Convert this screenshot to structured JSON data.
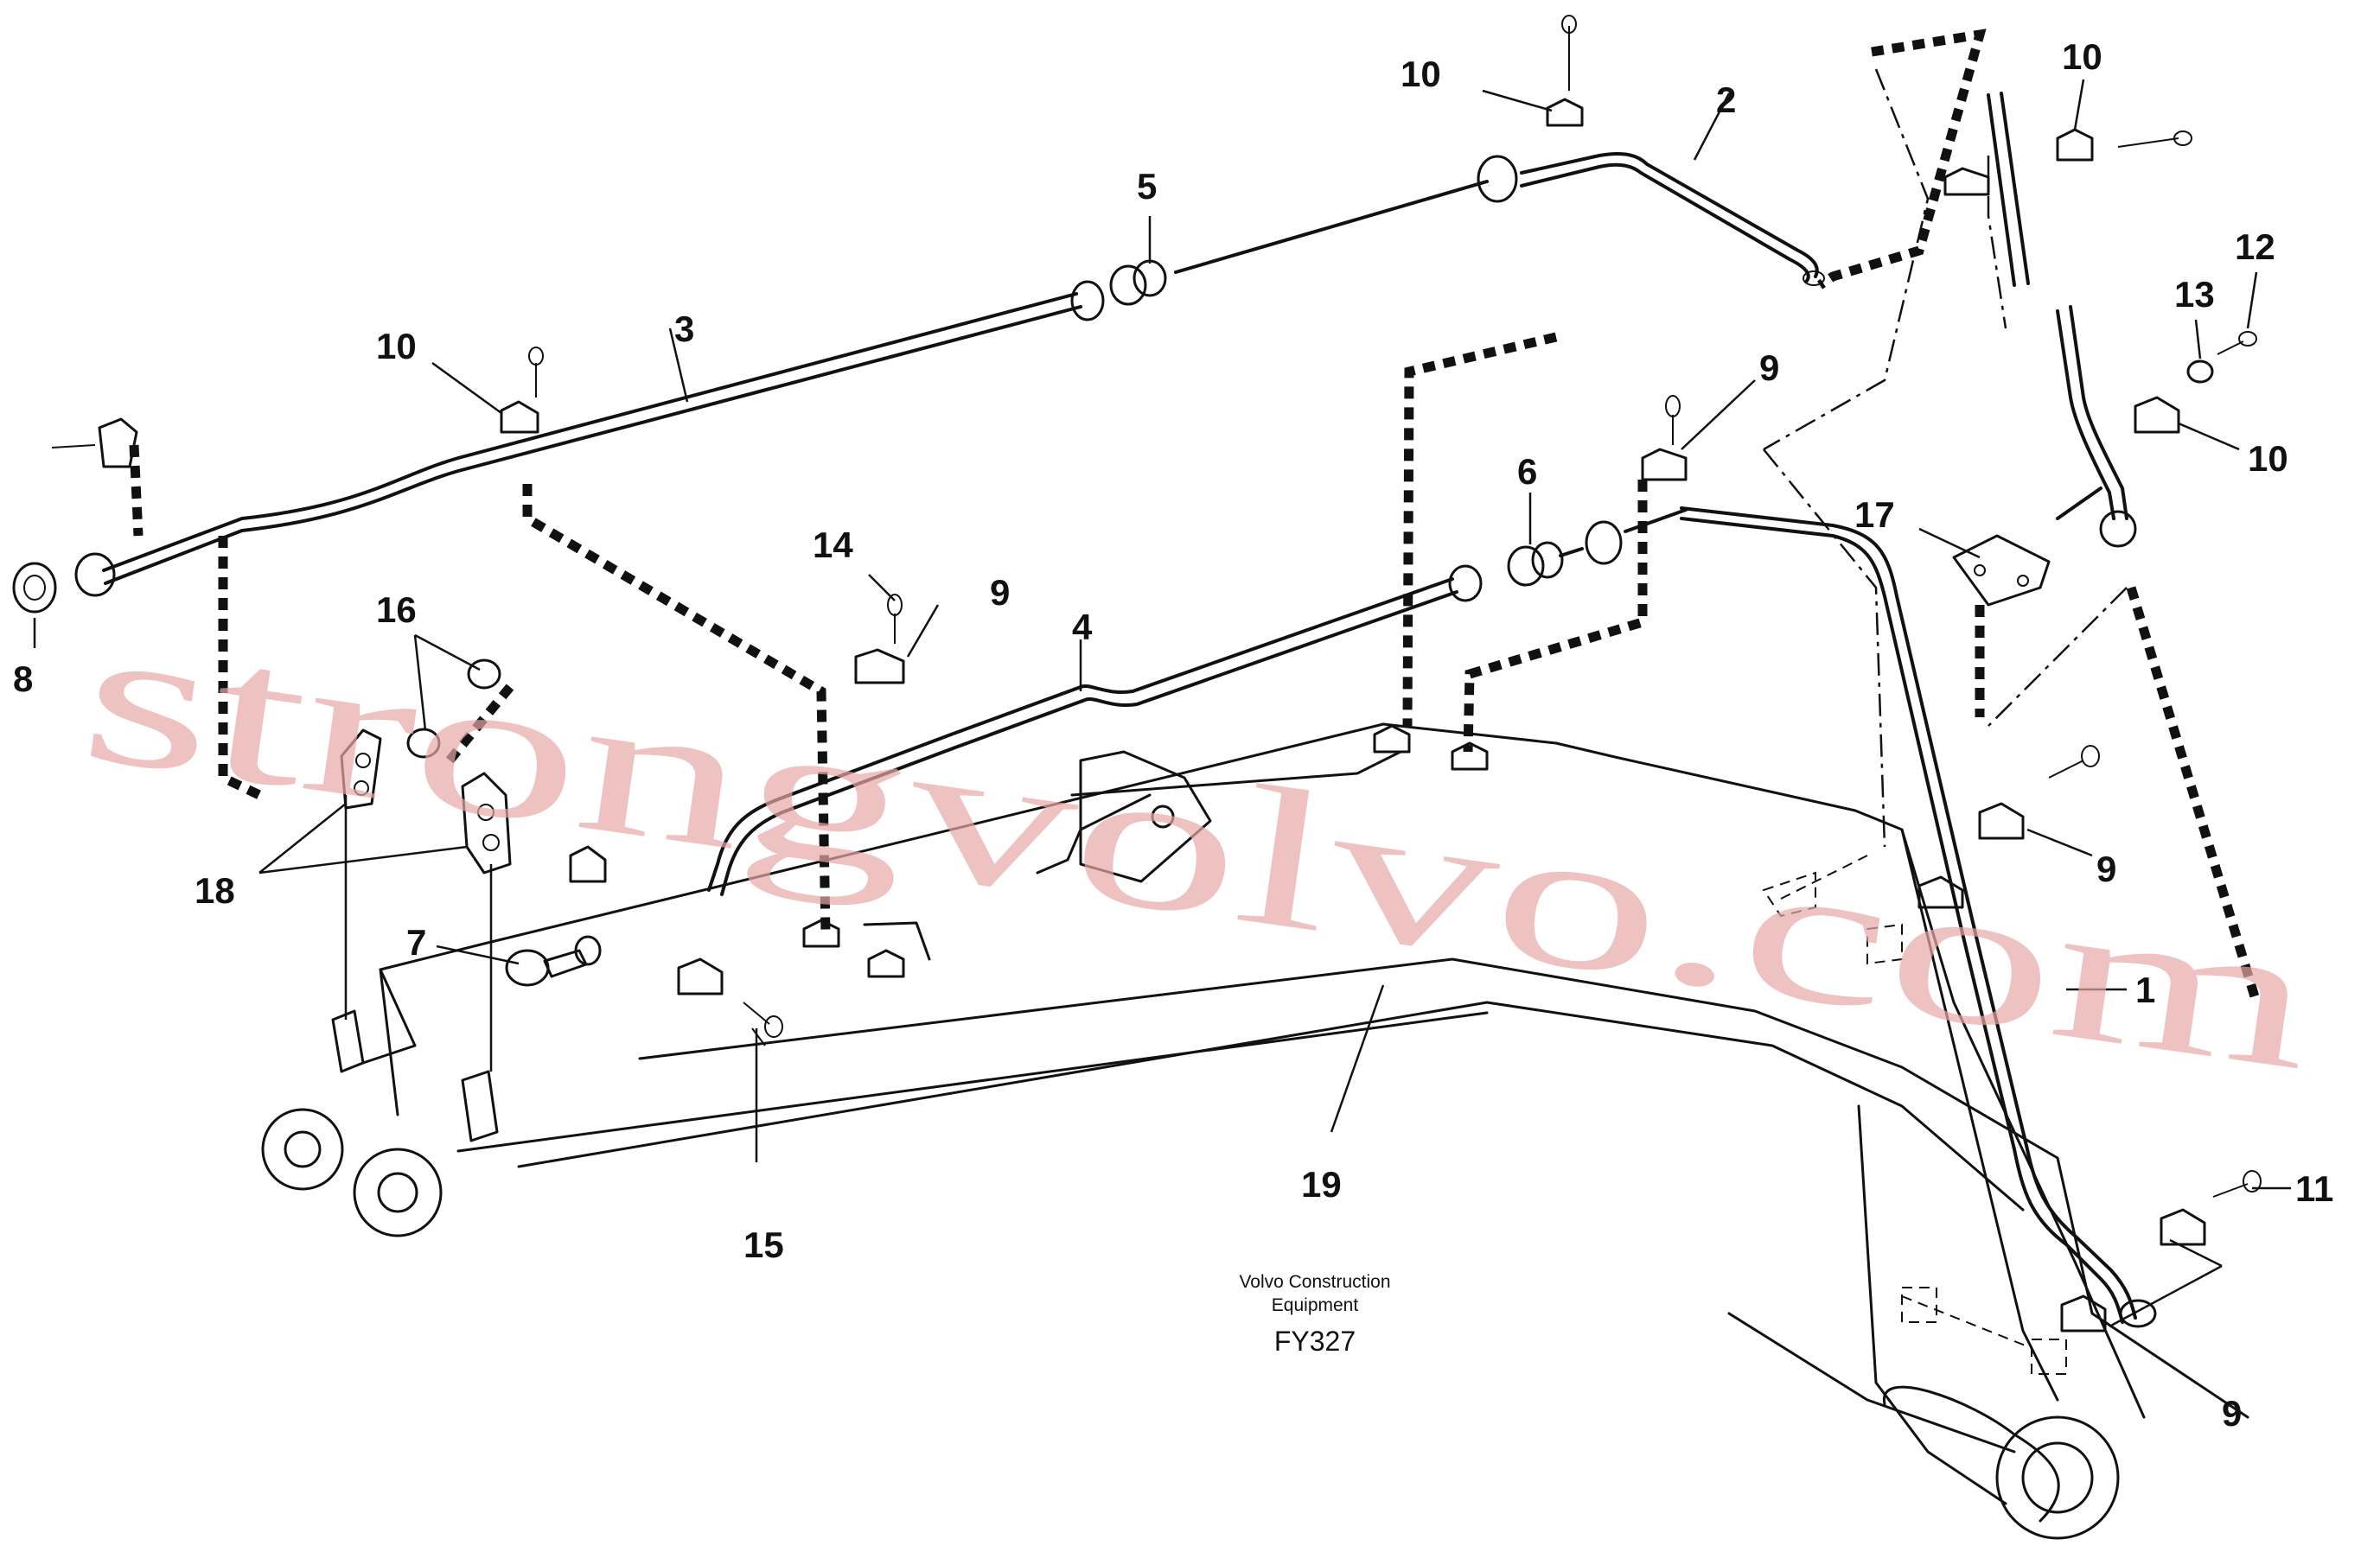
{
  "callouts": {
    "c1": "1",
    "c2": "2",
    "c3": "3",
    "c4": "4",
    "c5": "5",
    "c6": "6",
    "c7": "7",
    "c8": "8",
    "c9a": "9",
    "c9b": "9",
    "c9c": "9",
    "c9d": "9",
    "c10a": "10",
    "c10b": "10",
    "c10c": "10",
    "c10d": "10",
    "c11": "11",
    "c12": "12",
    "c13": "13",
    "c14": "14",
    "c15": "15",
    "c16": "16",
    "c17": "17",
    "c18": "18",
    "c19": "19"
  },
  "caption": {
    "line1": "Volvo Construction",
    "line2": "Equipment",
    "code": "FY327"
  },
  "watermark": "strongvolvo.com"
}
